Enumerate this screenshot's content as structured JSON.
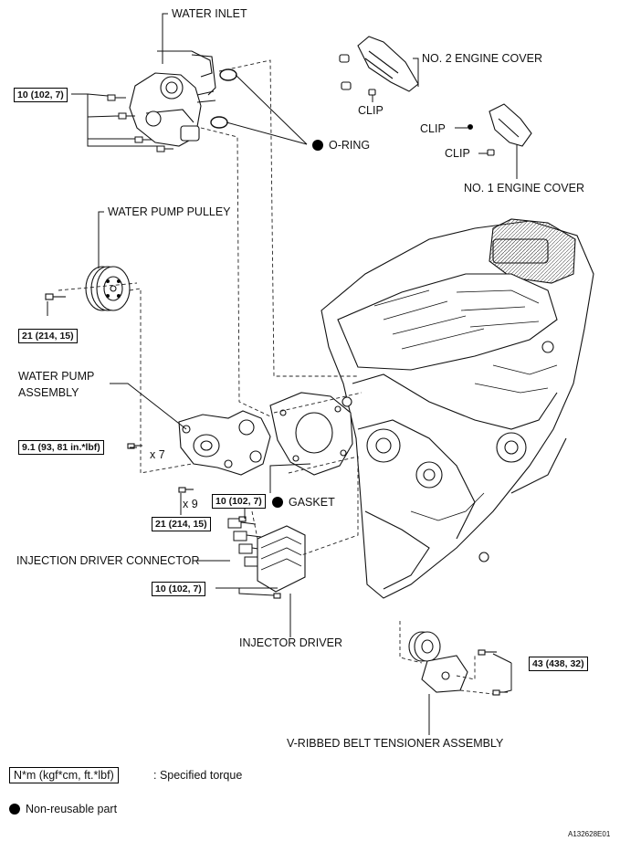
{
  "labels": {
    "water_inlet": "WATER INLET",
    "no2_engine_cover": "NO. 2 ENGINE COVER",
    "clip_a": "CLIP",
    "clip_b": "CLIP",
    "clip_c": "CLIP",
    "o_ring": "O-RING",
    "no1_engine_cover": "NO. 1 ENGINE COVER",
    "water_pump_pulley": "WATER PUMP PULLEY",
    "water_pump_assembly_1": "WATER PUMP",
    "water_pump_assembly_2": "ASSEMBLY",
    "gasket": "GASKET",
    "injection_driver_connector": "INJECTION DRIVER CONNECTOR",
    "injector_driver": "INJECTOR DRIVER",
    "tensioner": "V-RIBBED BELT TENSIONER ASSEMBLY"
  },
  "torques": {
    "t1": "10 (102, 7)",
    "t2": "21 (214, 15)",
    "t3": "9.1 (93, 81 in.*lbf)",
    "t4": "10 (102, 7)",
    "t5": "21 (214, 15)",
    "t6": "10 (102, 7)",
    "t7": "43 (438, 32)"
  },
  "multipliers": {
    "x7": "x 7",
    "x9": "x 9"
  },
  "legend": {
    "torque_unit": "N*m (kgf*cm, ft.*lbf)",
    "torque_desc": ": Specified torque",
    "nonreusable": "Non-reusable part"
  },
  "figure_code": "A132628E01"
}
